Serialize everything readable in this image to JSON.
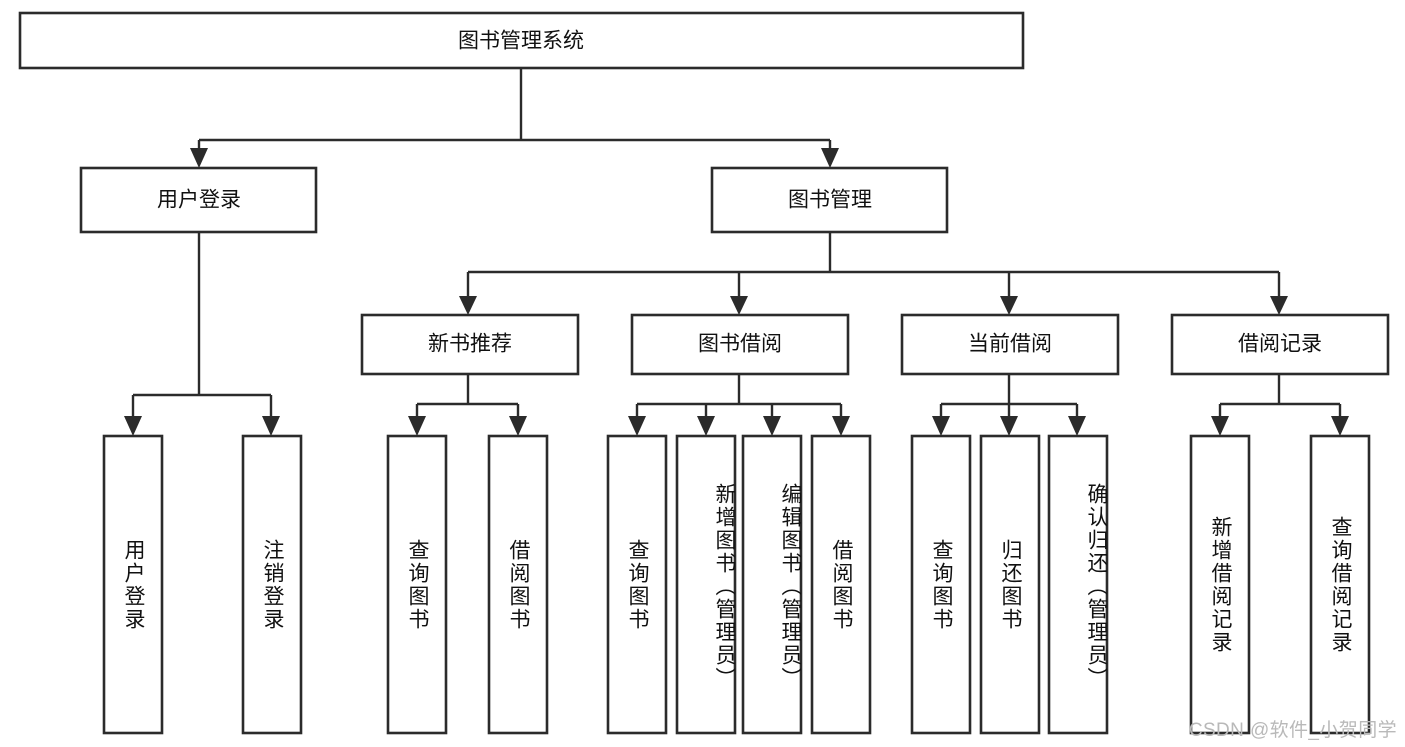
{
  "diagram": {
    "type": "tree",
    "title": "图书管理系统",
    "watermark": "CSDN @软件_小贺同学",
    "colors": {
      "box_stroke": "#2b2b2b",
      "box_fill": "#ffffff",
      "text": "#111111",
      "watermark": "#b9b9b9",
      "background": "#ffffff"
    },
    "root": {
      "label": "图书管理系统"
    },
    "level2": [
      {
        "label": "用户登录"
      },
      {
        "label": "图书管理"
      }
    ],
    "level3": [
      {
        "label": "新书推荐"
      },
      {
        "label": "图书借阅"
      },
      {
        "label": "当前借阅"
      },
      {
        "label": "借阅记录"
      }
    ],
    "leaves": {
      "user_login": [
        {
          "label": "用户登录"
        },
        {
          "label": "注销登录"
        }
      ],
      "new_book_recommend": [
        {
          "label": "查询图书"
        },
        {
          "label": "借阅图书"
        }
      ],
      "book_borrow": [
        {
          "label": "查询图书"
        },
        {
          "label": "新增图书（管理员）"
        },
        {
          "label": "编辑图书（管理员）"
        },
        {
          "label": "借阅图书"
        }
      ],
      "current_borrow": [
        {
          "label": "查询图书"
        },
        {
          "label": "归还图书"
        },
        {
          "label": "确认归还（管理员）"
        }
      ],
      "borrow_record": [
        {
          "label": "新增借阅记录"
        },
        {
          "label": "查询借阅记录"
        }
      ]
    }
  }
}
